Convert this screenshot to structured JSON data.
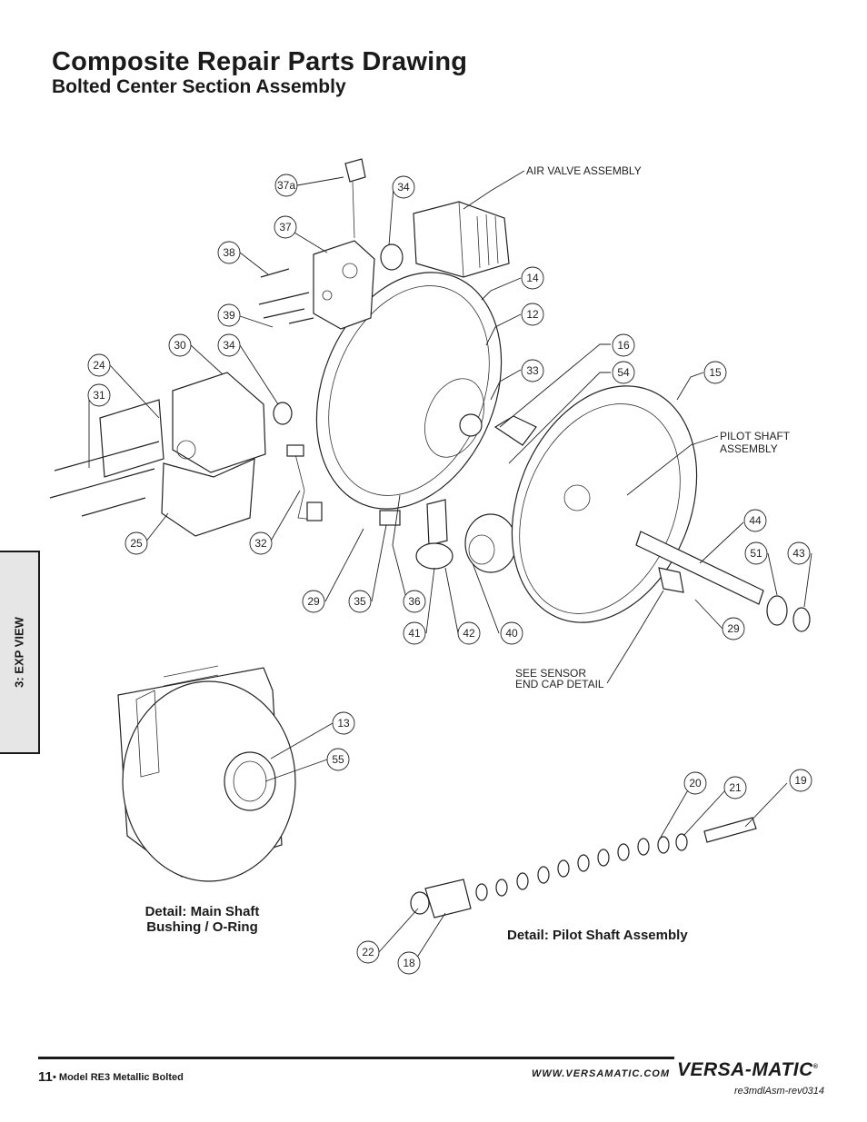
{
  "header": {
    "title": "Composite Repair Parts Drawing",
    "subtitle": "Bolted Center Section Assembly"
  },
  "side_tab": {
    "label": "3: EXP VIEW"
  },
  "labels": {
    "air_valve": "AIR VALVE ASSEMBLY",
    "pilot_shaft_1": "PILOT SHAFT",
    "pilot_shaft_2": "ASSEMBLY",
    "sensor_1": "SEE SENSOR",
    "sensor_2": "END CAP DETAIL"
  },
  "callouts": {
    "c37a": "37a",
    "c34a": "34",
    "c37": "37",
    "c38": "38",
    "c39": "39",
    "c30": "30",
    "c34b": "34",
    "c24": "24",
    "c31": "31",
    "c25": "25",
    "c32": "32",
    "c14": "14",
    "c12": "12",
    "c16": "16",
    "c33": "33",
    "c54": "54",
    "c15": "15",
    "c44": "44",
    "c51": "51",
    "c43": "43",
    "c29a": "29",
    "c35": "35",
    "c36": "36",
    "c41": "41",
    "c42": "42",
    "c40": "40",
    "c29b": "29",
    "c13": "13",
    "c55": "55",
    "c20": "20",
    "c21": "21",
    "c19": "19",
    "c22": "22",
    "c18": "18"
  },
  "details": {
    "main_shaft": "Detail: Main Shaft\nBushing / O-Ring",
    "pilot_shaft": "Detail: Pilot Shaft Assembly"
  },
  "footer": {
    "page_number": "11",
    "model": "• Model RE3 Metallic Bolted",
    "url": "WWW.VERSAMATIC.COM",
    "brand": "VERSA-MATIC",
    "doc_code": "re3mdlAsm-rev0314"
  }
}
